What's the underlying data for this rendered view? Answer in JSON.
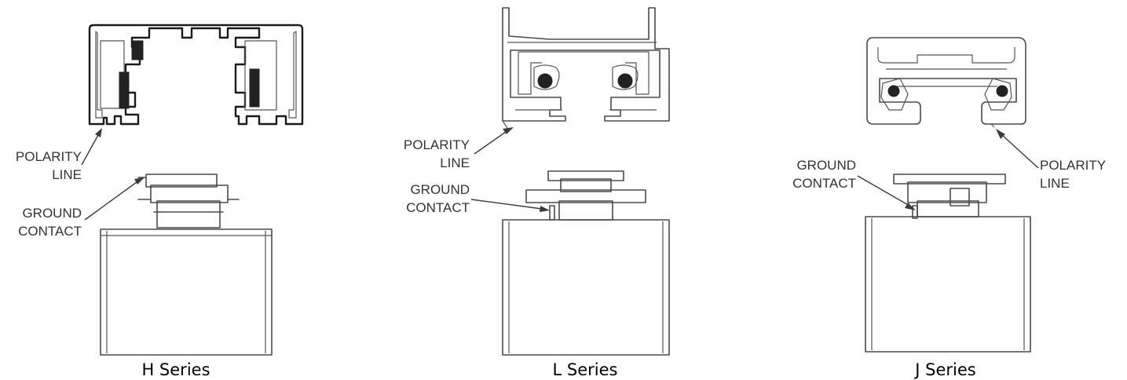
{
  "panels": [
    {
      "caption": "H Series",
      "polarity_label": [
        "POLARITY",
        "LINE"
      ],
      "ground_label": [
        "GROUND",
        "CONTACT"
      ]
    },
    {
      "caption": "L Series",
      "polarity_label": [
        "POLARITY",
        "LINE"
      ],
      "ground_label": [
        "GROUND",
        "CONTACT"
      ]
    },
    {
      "caption": "J Series",
      "polarity_label": [
        "POLARITY",
        "LINE"
      ],
      "ground_label": [
        "GROUND",
        "CONTACT"
      ]
    }
  ]
}
